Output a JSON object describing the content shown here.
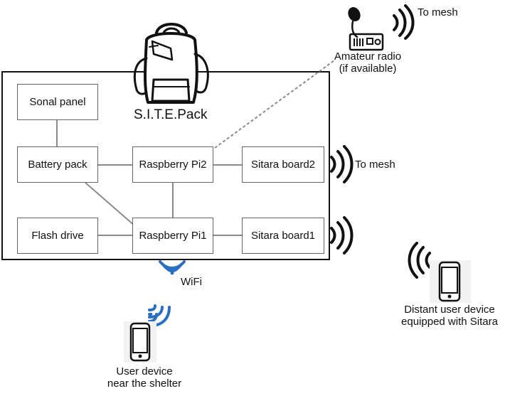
{
  "diagram": {
    "title": "S.I.T.E.Pack",
    "components": {
      "solar_panel": "Sonal panel",
      "battery_pack": "Battery pack",
      "raspberry_pi2": "Raspberry Pi2",
      "sitara_board2": "Sitara board2",
      "flash_drive": "Flash drive",
      "raspberry_pi1": "Raspberry Pi1",
      "sitara_board1": "Sitara board1"
    },
    "labels": {
      "to_mesh_top": "To mesh",
      "to_mesh_mid": "To mesh",
      "amateur_radio_line1": "Amateur radio",
      "amateur_radio_line2": "(if available)",
      "wifi": "WiFi",
      "user_device_line1": "User device",
      "user_device_line2": "near the shelter",
      "distant_device_line1": "Distant user device",
      "distant_device_line2": "equipped with Sitara"
    },
    "colors": {
      "wifi_blue": "#2a6fc0",
      "box_border": "#666666",
      "connector": "#8a8a8a",
      "enclosure": "#111111"
    },
    "icons": [
      "backpack-icon",
      "radio-icon",
      "wifi-icon",
      "radio-waves-icon",
      "smartphone-icon"
    ]
  }
}
